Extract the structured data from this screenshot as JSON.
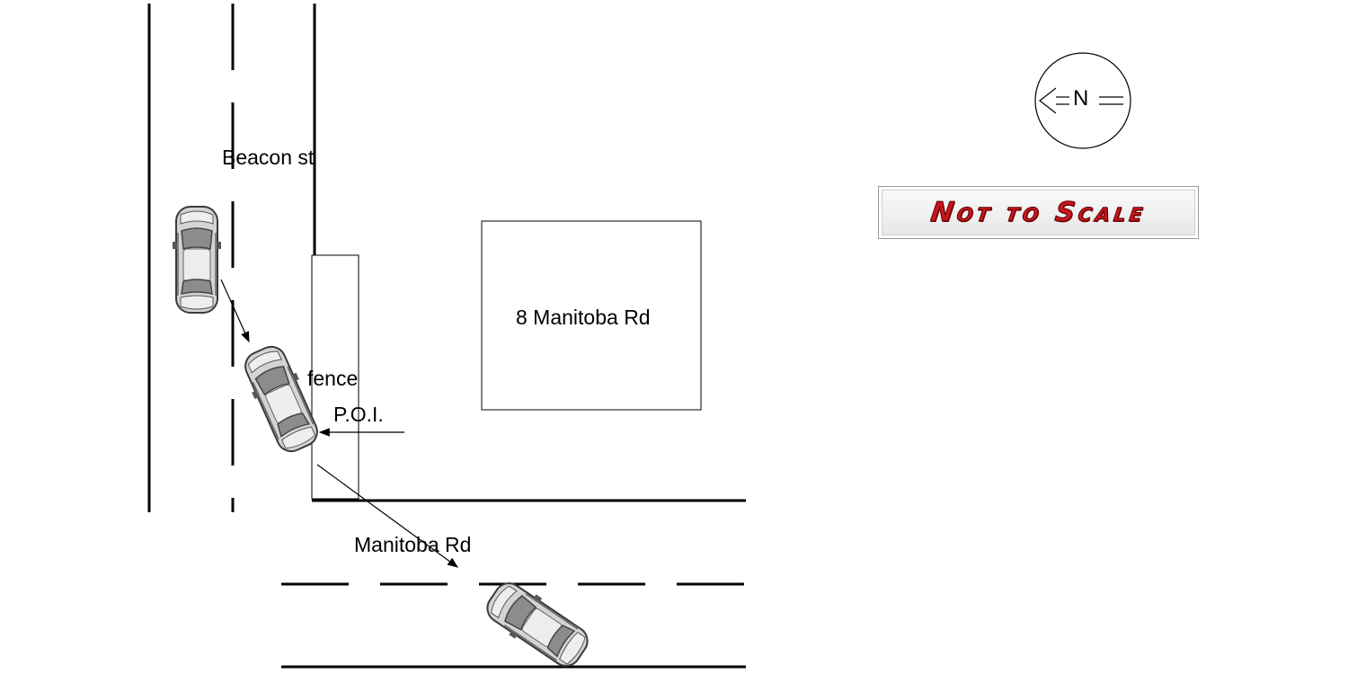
{
  "labels": {
    "street_vertical": "Beacon st",
    "street_horizontal": "Manitoba Rd",
    "building": "8 Manitoba Rd",
    "fence": "fence",
    "poi": "P.O.I."
  },
  "compass": {
    "letter": "N",
    "icon": "north-arrow-icon"
  },
  "scale_note": "Not to Scale",
  "colors": {
    "line": "#000000",
    "car_body": "#d9d9d9",
    "car_dark": "#8c8c8c",
    "scale_text": "#c8161d"
  }
}
